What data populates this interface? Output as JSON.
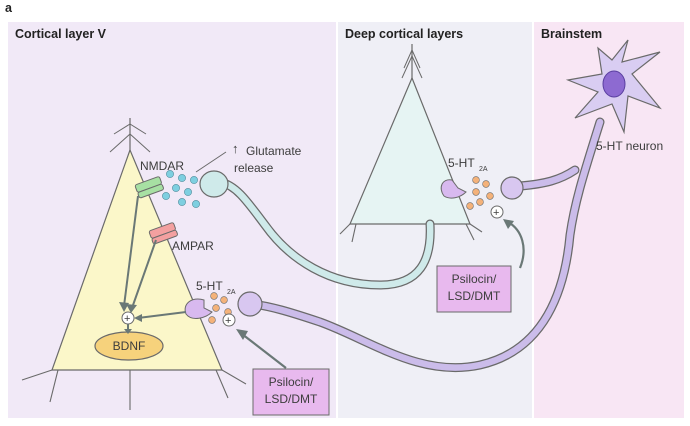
{
  "figure": {
    "panel_letter": "a"
  },
  "regions": {
    "cortex_v": {
      "title": "Cortical layer V",
      "bg": "#f1e9f7"
    },
    "deep": {
      "title": "Deep cortical layers",
      "bg": "#efeff6"
    },
    "brainstem": {
      "title": "Brainstem",
      "bg": "#f8e6f4"
    }
  },
  "labels": {
    "nmdar": "NMDAR",
    "ampar": "AMPAR",
    "glutamate_arrow": "↑",
    "glutamate_line1": "Glutamate",
    "glutamate_line2": "release",
    "ht2a_left": "5-HT",
    "ht2a_left_sub": "2A",
    "ht2a_deep": "5-HT",
    "ht2a_deep_sub": "2A",
    "neuron_5ht": "5-HT neuron",
    "bdnf": "BDNF",
    "plus": "+"
  },
  "drug_boxes": [
    {
      "line1": "Psilocin/",
      "line2": "LSD/DMT"
    },
    {
      "line1": "Psilocin/",
      "line2": "LSD/DMT"
    }
  ],
  "colors": {
    "pyramidal_fill": "#fbf7c9",
    "deep_neuron_fill": "#e6f4f3",
    "axon_teal": "#cfeaea",
    "serotonin_neuron": "#d9cdf2",
    "serotonin_axon": "#cbbcea",
    "receptor_purple": "#d8b9ef",
    "vesicle_blue": "#7ecfe0",
    "vesicle_orange": "#f4b27a",
    "nmdar_green": "#a7e0a3",
    "ampar_red": "#f3a0a0",
    "bdnf_fill": "#f6d27c",
    "drug_box": "#e8b9ee",
    "outline": "#6a6a6a"
  }
}
